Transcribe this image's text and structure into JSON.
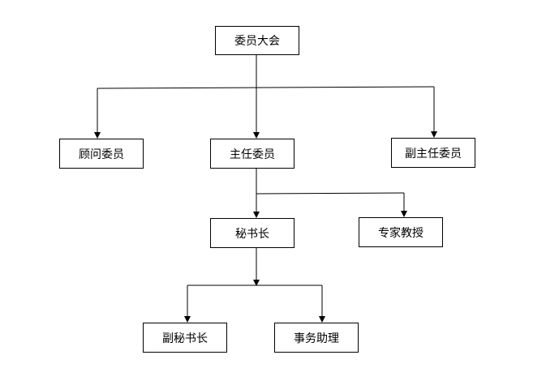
{
  "nodes": {
    "committee": "委员大会",
    "advisor": "顾问委员",
    "director": "主任委员",
    "vice_director": "副主任委员",
    "secretary_general": "秘书长",
    "expert_professor": "专家教授",
    "deputy_secretary_general": "副秘书长",
    "affairs_assistant": "事务助理"
  },
  "edges": [
    [
      "committee",
      "advisor"
    ],
    [
      "committee",
      "director"
    ],
    [
      "committee",
      "vice_director"
    ],
    [
      "director",
      "secretary_general"
    ],
    [
      "director",
      "expert_professor"
    ],
    [
      "secretary_general",
      "deputy_secretary_general"
    ],
    [
      "secretary_general",
      "affairs_assistant"
    ]
  ]
}
